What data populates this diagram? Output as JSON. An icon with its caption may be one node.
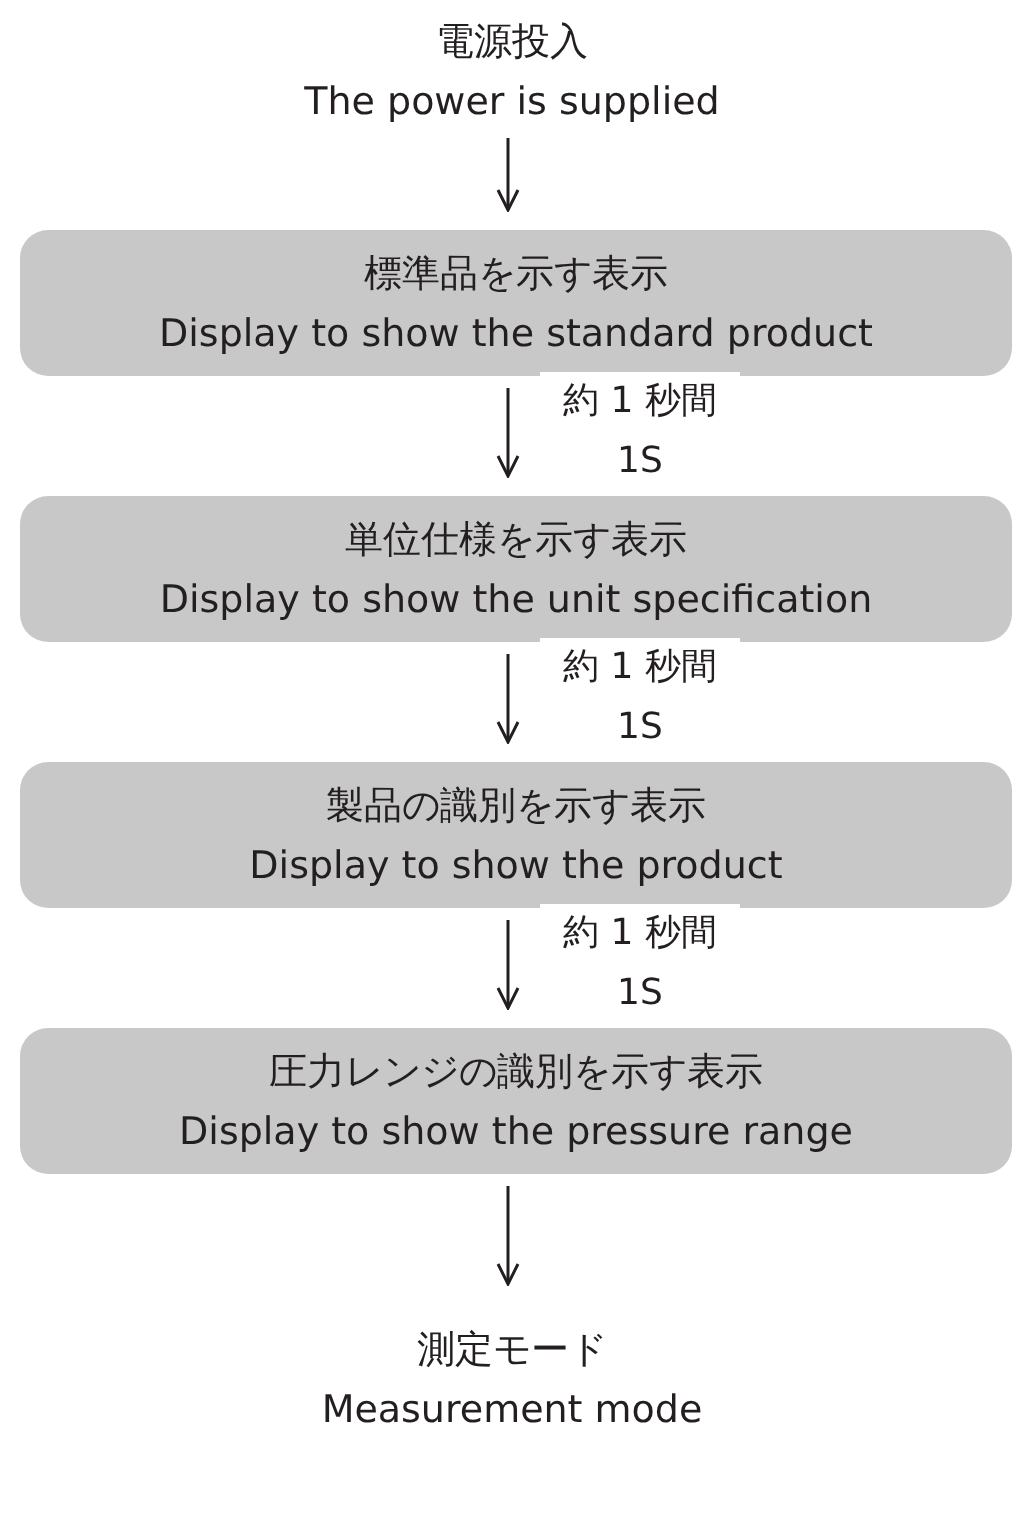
{
  "diagram": {
    "nodes": [
      {
        "text": [
          "電源投入",
          "The power is supplied"
        ]
      },
      {
        "text": [
          "標準品を示す表示",
          "Display to show the standard product"
        ]
      },
      {
        "text": [
          "単位仕様を示す表示",
          "Display to show the unit specification"
        ]
      },
      {
        "text": [
          "製品の識別を示す表示",
          "Display to show the product"
        ]
      },
      {
        "text": [
          "圧力レンジの識別を示す表示",
          "Display to show the pressure range"
        ]
      },
      {
        "text": [
          "測定モード",
          "Measurement mode"
        ]
      }
    ],
    "edges": [
      {
        "from": 0,
        "to": 1,
        "arrow": "to"
      },
      {
        "from": 1,
        "to": 2,
        "arrow": "to",
        "label": "約 1 秒間 1S"
      },
      {
        "from": 2,
        "to": 3,
        "arrow": "to",
        "label": "約 1 秒間 1S"
      },
      {
        "from": 3,
        "to": 4,
        "arrow": "to",
        "label": "約 1 秒間 1S"
      },
      {
        "from": 4,
        "to": 5,
        "arrow": "to"
      }
    ]
  }
}
